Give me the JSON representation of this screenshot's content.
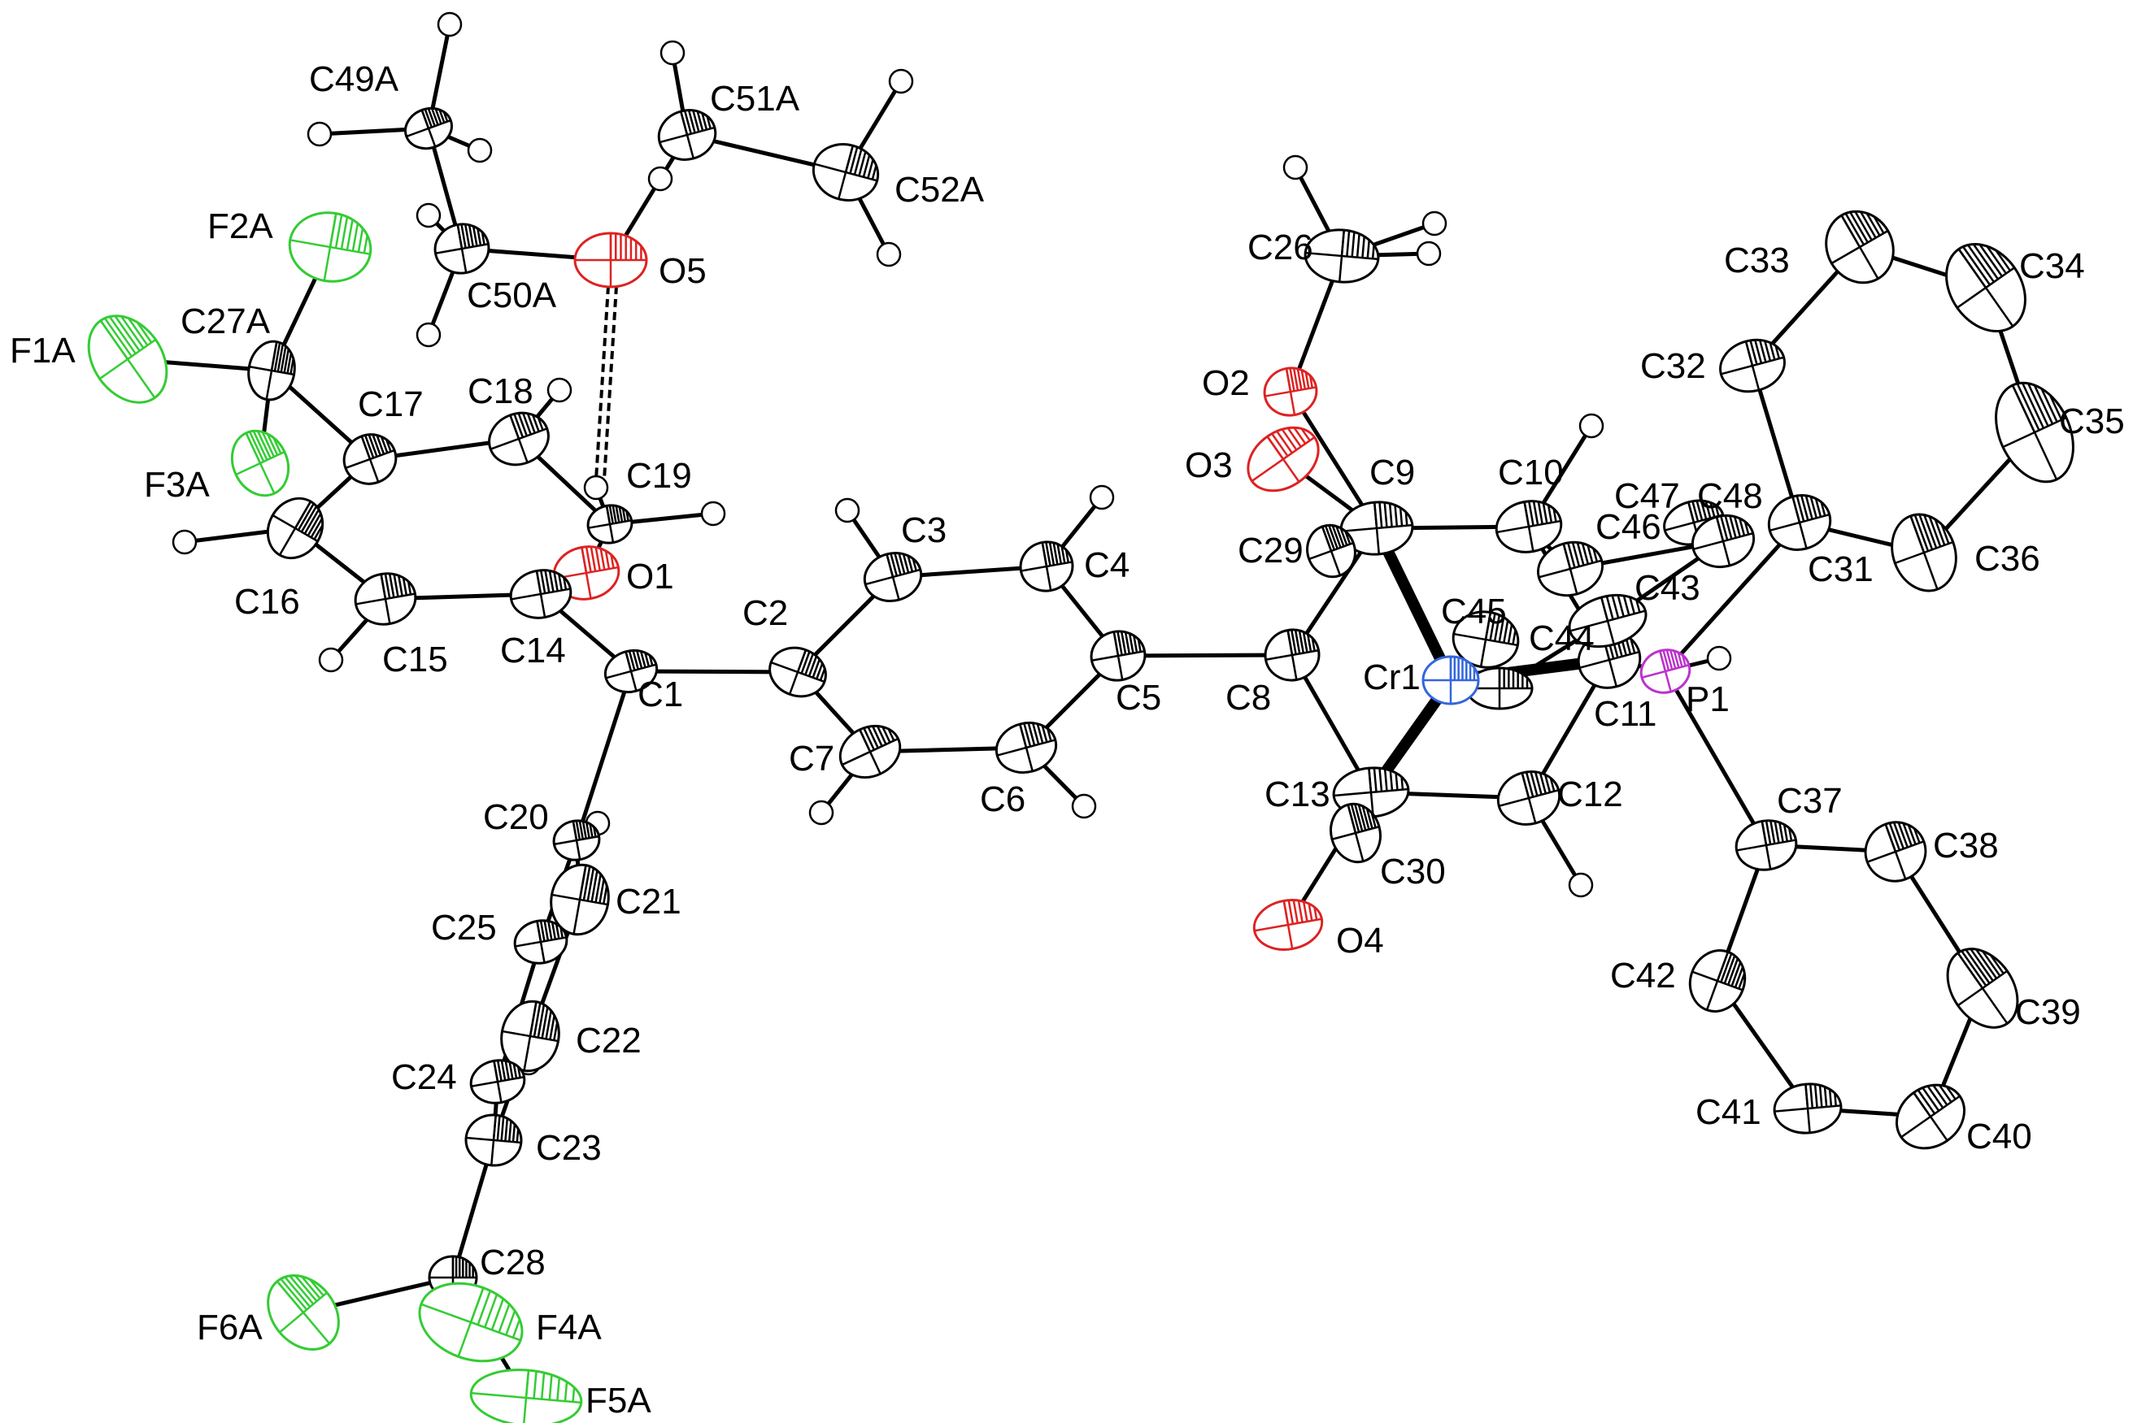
{
  "atoms": [
    {
      "id": "C49A",
      "label": "C49A",
      "color": "#000000"
    },
    {
      "id": "C51A",
      "label": "C51A",
      "color": "#000000"
    },
    {
      "id": "C52A",
      "label": "C52A",
      "color": "#000000"
    },
    {
      "id": "F2A",
      "label": "F2A",
      "color": "#33cc33"
    },
    {
      "id": "C50A",
      "label": "C50A",
      "color": "#000000"
    },
    {
      "id": "O5",
      "label": "O5",
      "color": "#dd2222"
    },
    {
      "id": "F1A",
      "label": "F1A",
      "color": "#33cc33"
    },
    {
      "id": "C27A",
      "label": "C27A",
      "color": "#000000"
    },
    {
      "id": "C17",
      "label": "C17",
      "color": "#000000"
    },
    {
      "id": "C18",
      "label": "C18",
      "color": "#000000"
    },
    {
      "id": "F3A",
      "label": "F3A",
      "color": "#33cc33"
    },
    {
      "id": "C19",
      "label": "C19",
      "color": "#000000"
    },
    {
      "id": "O1",
      "label": "O1",
      "color": "#dd2222"
    },
    {
      "id": "C16",
      "label": "C16",
      "color": "#000000"
    },
    {
      "id": "C15",
      "label": "C15",
      "color": "#000000"
    },
    {
      "id": "C14",
      "label": "C14",
      "color": "#000000"
    },
    {
      "id": "C1",
      "label": "C1",
      "color": "#000000"
    },
    {
      "id": "C2",
      "label": "C2",
      "color": "#000000"
    },
    {
      "id": "C3",
      "label": "C3",
      "color": "#000000"
    },
    {
      "id": "C4",
      "label": "C4",
      "color": "#000000"
    },
    {
      "id": "C5",
      "label": "C5",
      "color": "#000000"
    },
    {
      "id": "C6",
      "label": "C6",
      "color": "#000000"
    },
    {
      "id": "C7",
      "label": "C7",
      "color": "#000000"
    },
    {
      "id": "C8",
      "label": "C8",
      "color": "#000000"
    },
    {
      "id": "C20",
      "label": "C20",
      "color": "#000000"
    },
    {
      "id": "C21",
      "label": "C21",
      "color": "#000000"
    },
    {
      "id": "C25",
      "label": "C25",
      "color": "#000000"
    },
    {
      "id": "C22",
      "label": "C22",
      "color": "#000000"
    },
    {
      "id": "C24",
      "label": "C24",
      "color": "#000000"
    },
    {
      "id": "C23",
      "label": "C23",
      "color": "#000000"
    },
    {
      "id": "C28",
      "label": "C28",
      "color": "#000000"
    },
    {
      "id": "F6A",
      "label": "F6A",
      "color": "#33cc33"
    },
    {
      "id": "F4A",
      "label": "F4A",
      "color": "#33cc33"
    },
    {
      "id": "F5A",
      "label": "F5A",
      "color": "#33cc33"
    },
    {
      "id": "C26",
      "label": "C26",
      "color": "#000000"
    },
    {
      "id": "O2",
      "label": "O2",
      "color": "#dd2222"
    },
    {
      "id": "O3",
      "label": "O3",
      "color": "#dd2222"
    },
    {
      "id": "C9",
      "label": "C9",
      "color": "#000000"
    },
    {
      "id": "C10",
      "label": "C10",
      "color": "#000000"
    },
    {
      "id": "C29",
      "label": "C29",
      "color": "#000000"
    },
    {
      "id": "C45",
      "label": "C45",
      "color": "#000000"
    },
    {
      "id": "C44",
      "label": "C44",
      "color": "#000000"
    },
    {
      "id": "Cr1",
      "label": "Cr1",
      "color": "#3366dd"
    },
    {
      "id": "C11",
      "label": "C11",
      "color": "#000000"
    },
    {
      "id": "P1",
      "label": "P1",
      "color": "#bb33cc"
    },
    {
      "id": "C46",
      "label": "C46",
      "color": "#000000"
    },
    {
      "id": "C47",
      "label": "C47",
      "color": "#000000"
    },
    {
      "id": "C48",
      "label": "C48",
      "color": "#000000"
    },
    {
      "id": "C43",
      "label": "C43",
      "color": "#000000"
    },
    {
      "id": "C13",
      "label": "C13",
      "color": "#000000"
    },
    {
      "id": "C12",
      "label": "C12",
      "color": "#000000"
    },
    {
      "id": "C30",
      "label": "C30",
      "color": "#000000"
    },
    {
      "id": "O4",
      "label": "O4",
      "color": "#dd2222"
    },
    {
      "id": "C33",
      "label": "C33",
      "color": "#000000"
    },
    {
      "id": "C34",
      "label": "C34",
      "color": "#000000"
    },
    {
      "id": "C32",
      "label": "C32",
      "color": "#000000"
    },
    {
      "id": "C35",
      "label": "C35",
      "color": "#000000"
    },
    {
      "id": "C31",
      "label": "C31",
      "color": "#000000"
    },
    {
      "id": "C36",
      "label": "C36",
      "color": "#000000"
    },
    {
      "id": "C37",
      "label": "C37",
      "color": "#000000"
    },
    {
      "id": "C38",
      "label": "C38",
      "color": "#000000"
    },
    {
      "id": "C42",
      "label": "C42",
      "color": "#000000"
    },
    {
      "id": "C39",
      "label": "C39",
      "color": "#000000"
    },
    {
      "id": "C41",
      "label": "C41",
      "color": "#000000"
    },
    {
      "id": "C40",
      "label": "C40",
      "color": "#000000"
    }
  ]
}
